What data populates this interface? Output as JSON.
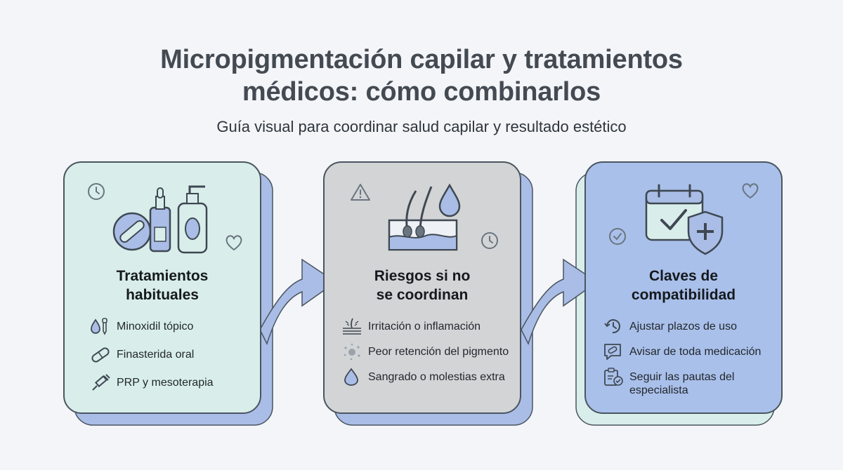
{
  "title": {
    "line1": "Micropigmentación capilar y tratamientos",
    "line2": "médicos: cómo combinarlos"
  },
  "subtitle": "Guía visual para coordinar salud capilar y resultado estético",
  "cards": [
    {
      "title_line1": "Tratamientos",
      "title_line2": "habituales",
      "items": [
        "Minoxidil tópico",
        "Finasterida oral",
        "PRP y mesoterapia"
      ]
    },
    {
      "title_line1": "Riesgos si no",
      "title_line2": "se coordinan",
      "items": [
        "Irritación o inflamación",
        "Peor retención del pigmento",
        "Sangrado o molestias extra"
      ]
    },
    {
      "title_line1": "Claves de",
      "title_line2": "compatibilidad",
      "items": [
        "Ajustar plazos de uso",
        "Avisar de toda medicación",
        "Seguir las pautas del especialista"
      ]
    }
  ],
  "colors": {
    "card1": "#d9eeeb",
    "card2": "#d3d4d6",
    "card3": "#a9c0ea",
    "shadow": "#a9bde6",
    "outline": "#4a5560"
  }
}
